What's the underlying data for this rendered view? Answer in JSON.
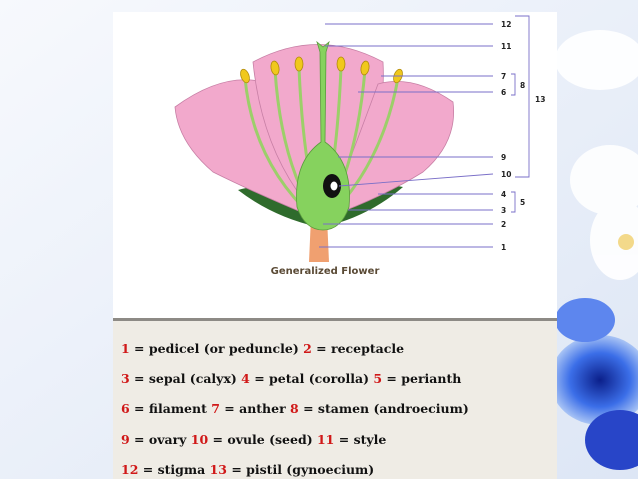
{
  "caption": "Generalized Flower",
  "callouts": [
    "12",
    "11",
    "7",
    "6",
    "9",
    "10",
    "4",
    "3",
    "2",
    "1"
  ],
  "brackets": [
    "8",
    "13",
    "5"
  ],
  "legend": [
    [
      {
        "n": "1",
        "t": " = pedicel (or peduncle)  "
      },
      {
        "n": "2",
        "t": " = receptacle"
      }
    ],
    [
      {
        "n": "3",
        "t": " = sepal (calyx)  "
      },
      {
        "n": "4",
        "t": " = petal (corolla)  "
      },
      {
        "n": "5",
        "t": " = perianth"
      }
    ],
    [
      {
        "n": "6",
        "t": " = filament  "
      },
      {
        "n": "7",
        "t": " = anther  "
      },
      {
        "n": "8",
        "t": " = stamen (androecium)"
      }
    ],
    [
      {
        "n": "9",
        "t": " = ovary  "
      },
      {
        "n": "10",
        "t": " = ovule (seed)  "
      },
      {
        "n": "11",
        "t": " = style"
      }
    ],
    [
      {
        "n": "12",
        "t": " = stigma  "
      },
      {
        "n": "13",
        "t": " = pistil (gynoecium)"
      }
    ]
  ],
  "colors": {
    "petal": "#f2a9cc",
    "sepal": "#2f6b2c",
    "pistil": "#86d25e",
    "anther": "#f0c81c",
    "pedicel": "#f0a070",
    "callout_line": "#7a6fc8"
  }
}
